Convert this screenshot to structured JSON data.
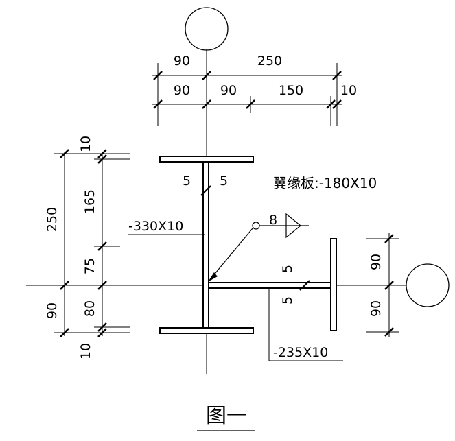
{
  "top_dimensions": {
    "upper_left": "90",
    "upper_right": "250",
    "lower_1": "90",
    "lower_2": "90",
    "lower_3": "150",
    "lower_4": "10"
  },
  "left_dimensions": {
    "overall_upper": "250",
    "overall_lower": "90",
    "flange_top": "10",
    "segment_165": "165",
    "segment_75": "75",
    "segment_80": "80",
    "flange_bottom": "10"
  },
  "right_dimensions": {
    "upper": "90",
    "lower": "90"
  },
  "weld_sizes": {
    "web_left": "5",
    "web_right": "5",
    "stub_top": "5",
    "stub_bottom": "5",
    "fillet_symbol": "8"
  },
  "callouts": {
    "flange_plate": "翼缘板:-180X10",
    "web_plate": "-330X10",
    "stub_plate": "-235X10"
  },
  "caption": "图一"
}
